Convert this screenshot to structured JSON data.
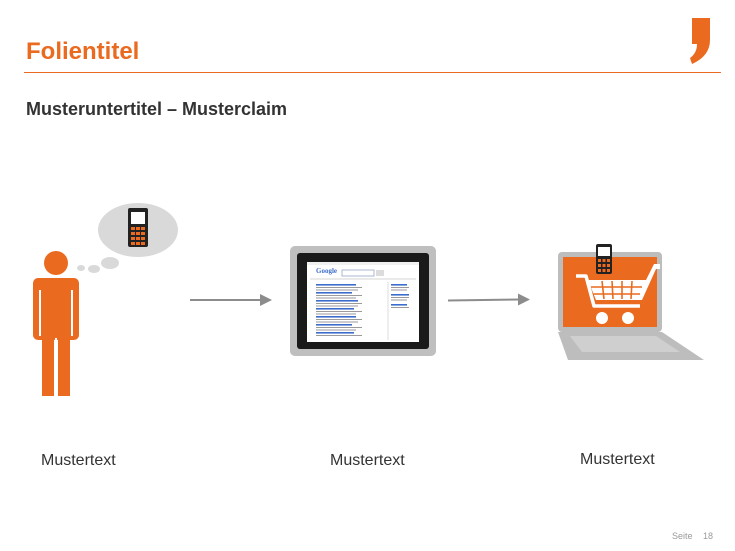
{
  "slide": {
    "title": "Folientitel",
    "subtitle": "Musteruntertitel – Musterclaim",
    "captions": [
      "Mustertext",
      "Mustertext",
      "Mustertext"
    ],
    "footer": {
      "label": "Seite",
      "page_number": "18"
    }
  },
  "browser_mock": {
    "search_logo": "Google"
  },
  "icons": {
    "logo": "comma-logo-icon",
    "person": "person-icon",
    "thought_bubble": "thought-bubble-icon",
    "phone": "mobile-phone-icon",
    "tablet": "tablet-icon",
    "arrow": "arrow-right-icon",
    "laptop": "laptop-icon",
    "cart": "shopping-cart-icon"
  },
  "colors": {
    "accent": "#ea6a1f",
    "text": "#333333",
    "grey": "#a6a6a6",
    "bubble": "#d9d9d9"
  }
}
